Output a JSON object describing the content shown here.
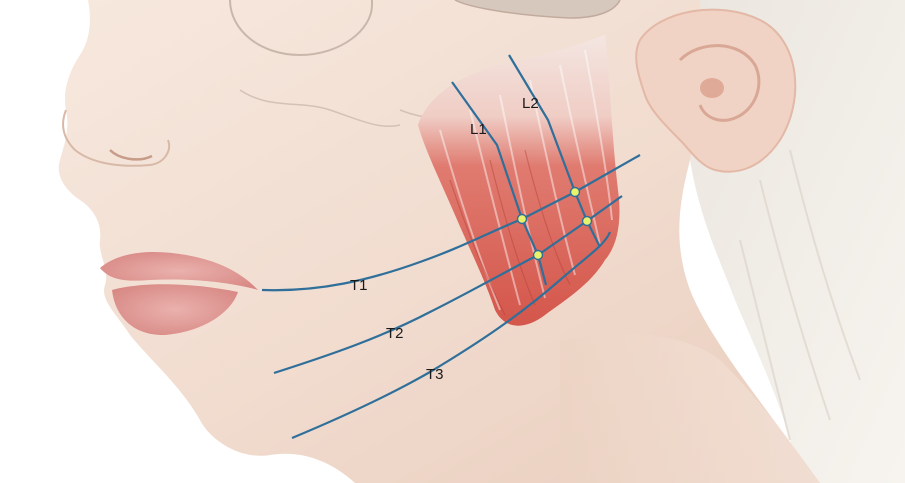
{
  "figure": {
    "subject": "face-profile-masseter-anatomy",
    "colors": {
      "background": "#ffffff",
      "skin": "#f3e1d6",
      "lip": "#e8a2a0",
      "muscle": "#d9574d",
      "tendon": "#f6ede8",
      "guide_line": "#2f6f9a",
      "point": "#e8f26a"
    },
    "labels": {
      "L1": "L1",
      "L2": "L2",
      "T1": "T1",
      "T2": "T2",
      "T3": "T3"
    },
    "intersection_points": 4
  }
}
